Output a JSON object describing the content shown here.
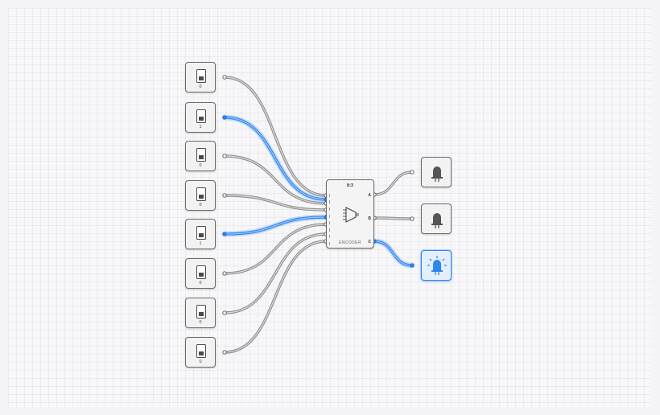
{
  "switches": [
    {
      "value": "0",
      "on": false
    },
    {
      "value": "1",
      "on": true
    },
    {
      "value": "0",
      "on": false
    },
    {
      "value": "0",
      "on": false
    },
    {
      "value": "1",
      "on": true
    },
    {
      "value": "0",
      "on": false
    },
    {
      "value": "0",
      "on": false
    },
    {
      "value": "0",
      "on": false
    }
  ],
  "encoder": {
    "title": "8:3",
    "footer": "ENCODER",
    "inputs": [
      "I",
      "I",
      "I",
      "I",
      "I",
      "I",
      "I",
      "I"
    ],
    "outputs": [
      "A",
      "B",
      "C"
    ]
  },
  "leds": [
    {
      "on": false
    },
    {
      "on": false
    },
    {
      "on": true
    }
  ],
  "colors": {
    "wire_off": "#8e8e8e",
    "wire_on": "#2f86f0",
    "node_border": "#6b6b6b",
    "active": "#2f86f0"
  }
}
